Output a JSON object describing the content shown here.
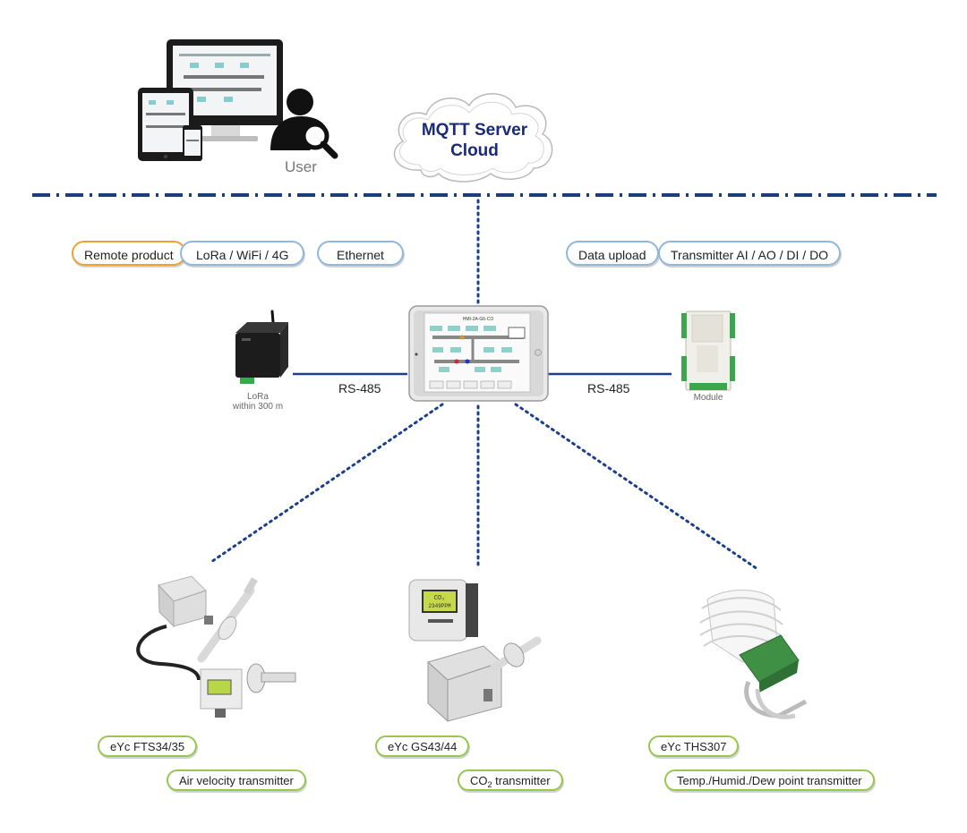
{
  "cloud": {
    "line1": "MQTT Server",
    "line2": "Cloud"
  },
  "user": {
    "label": "User"
  },
  "tags_left": [
    "Remote product",
    "LoRa / WiFi / 4G",
    "Ethernet"
  ],
  "tags_right": [
    "Data upload",
    "Transmitter AI / AO / DI / DO"
  ],
  "lora": {
    "caption_line1": "LoRa",
    "caption_line2": "within 300 m"
  },
  "module": {
    "caption": "Module"
  },
  "links": {
    "left": "RS-485",
    "right": "RS-485"
  },
  "hmi": {
    "title": "HMI-2A-G6-CO"
  },
  "products": [
    {
      "model": "eYc FTS34/35",
      "type": "Air velocity transmitter"
    },
    {
      "model": "eYc GS43/44",
      "type_prefix": "CO",
      "type_sub": "2",
      "type_suffix": " transmitter",
      "display_line1": "CO₂",
      "display_line2": "2349PPM"
    },
    {
      "model": "eYc THS307",
      "type": "Temp./Humid./Dew point transmitter"
    }
  ],
  "colors": {
    "network": "#1a3f8f",
    "dash": "#1d3d7a",
    "tag_blue": "#8fb8dc",
    "tag_orange": "#f0a030",
    "tag_green": "#96c84e",
    "cloud_text": "#1a2a7a"
  }
}
